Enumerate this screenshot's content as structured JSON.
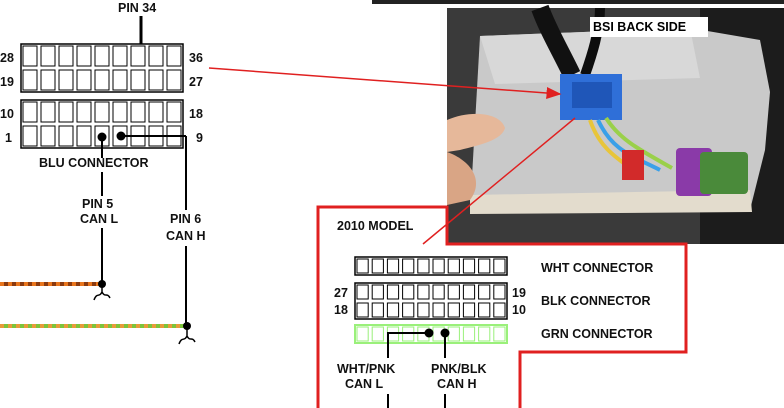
{
  "blu": {
    "pin_top_label": "PIN 34",
    "row1_left": "28",
    "row1_right": "36",
    "row2_left": "19",
    "row2_right": "27",
    "row3_left": "10",
    "row3_right": "18",
    "row4_left": "1",
    "row4_right": "9",
    "connector_label": "BLU CONNECTOR",
    "pin5_line1": "PIN 5",
    "pin5_line2": "CAN L",
    "pin6_line1": "PIN 6",
    "pin6_line2": "CAN H"
  },
  "photo": {
    "caption": "BSI BACK SIDE"
  },
  "model2010": {
    "title": "2010 MODEL",
    "wht_label": "WHT CONNECTOR",
    "blk_label": "BLK CONNECTOR",
    "grn_label": "GRN CONNECTOR",
    "blk_row1_left": "27",
    "blk_row1_right": "19",
    "blk_row2_left": "18",
    "blk_row2_right": "10",
    "wire_l_line1": "WHT/PNK",
    "wire_l_line2": "CAN L",
    "wire_h_line1": "PNK/BLK",
    "wire_h_line2": "CAN H"
  },
  "colors": {
    "callout_red": "#e02020",
    "green_connector": "#9af07a",
    "wire_orange": "#e8761e",
    "wire_green": "#7cc43a"
  }
}
